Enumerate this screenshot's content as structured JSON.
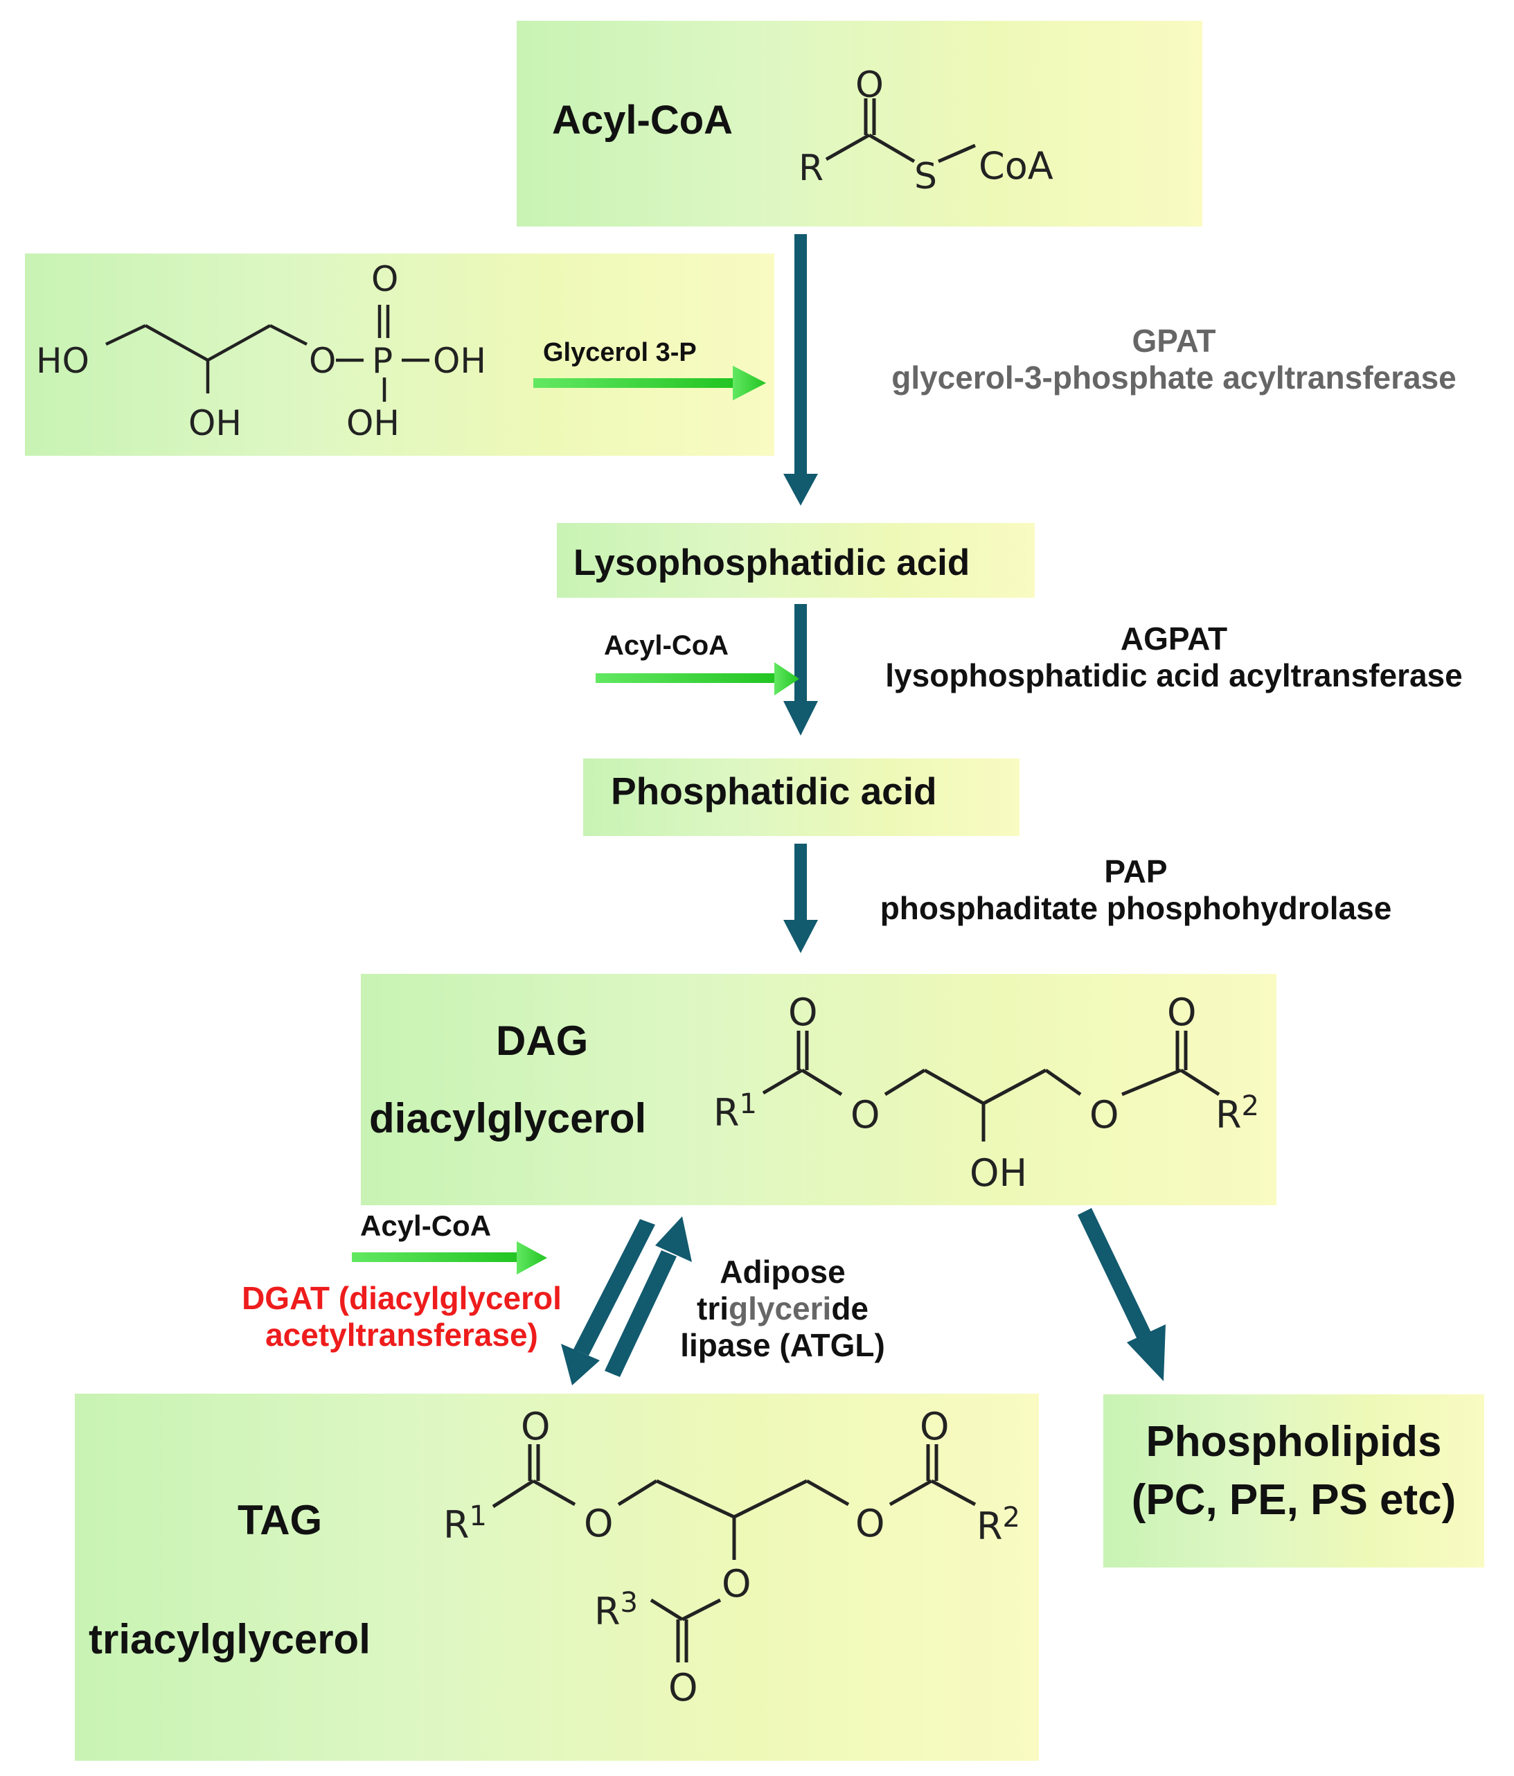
{
  "acyl_coa_box": {
    "label": "Acyl-CoA",
    "structure": {
      "R": "R",
      "S": "S",
      "CoA": "CoA",
      "O": "O"
    }
  },
  "glycerol_box": {
    "structure": {
      "HO": "HO",
      "OH_mid": "OH",
      "O_link": "O",
      "P": "P",
      "OH_p": "OH",
      "OH_p_bottom": "OH",
      "O_top": "O"
    },
    "arrow_label": "Glycerol 3-P"
  },
  "step1": {
    "abbr": "GPAT",
    "name": "glycerol-3-phosphate acyltransferase",
    "color": "#666666"
  },
  "lpa_box": {
    "label": "Lysophosphatidic acid"
  },
  "step2": {
    "input": "Acyl-CoA",
    "abbr": "AGPAT",
    "name": "lysophosphatidic acid acyltransferase"
  },
  "pa_box": {
    "label": "Phosphatidic acid"
  },
  "step3": {
    "abbr": "PAP",
    "name": "phosphaditate phosphohydrolase"
  },
  "dag_box": {
    "abbr": "DAG",
    "name": "diacylglycerol",
    "structure": {
      "R1": "R",
      "R1_sup": "1",
      "R2": "R",
      "R2_sup": "2",
      "O": "O",
      "OH": "OH"
    }
  },
  "step4": {
    "input": "Acyl-CoA",
    "dgat_line1": "DGAT (diacylglycerol",
    "dgat_line2": "acetyltransferase)",
    "dgat_color": "#ee1c1c",
    "atgl_line1": "Adipose",
    "atgl_line2a": "tri",
    "atgl_line2b": "glyceri",
    "atgl_line2c": "de",
    "atgl_line3": "lipase (ATGL)"
  },
  "tag_box": {
    "abbr": "TAG",
    "name": "triacylglycerol",
    "structure": {
      "R1": "R",
      "R1_sup": "1",
      "R2": "R",
      "R2_sup": "2",
      "R3": "R",
      "R3_sup": "3",
      "O": "O"
    }
  },
  "phospholipids_box": {
    "line1": "Phospholipids",
    "line2": "(PC, PE, PS etc)"
  },
  "colors": {
    "main_arrow": "#125a6e",
    "input_arrow": "#2fd62f",
    "box_left": "#c8f3b4",
    "box_right": "#f9fbc2"
  }
}
